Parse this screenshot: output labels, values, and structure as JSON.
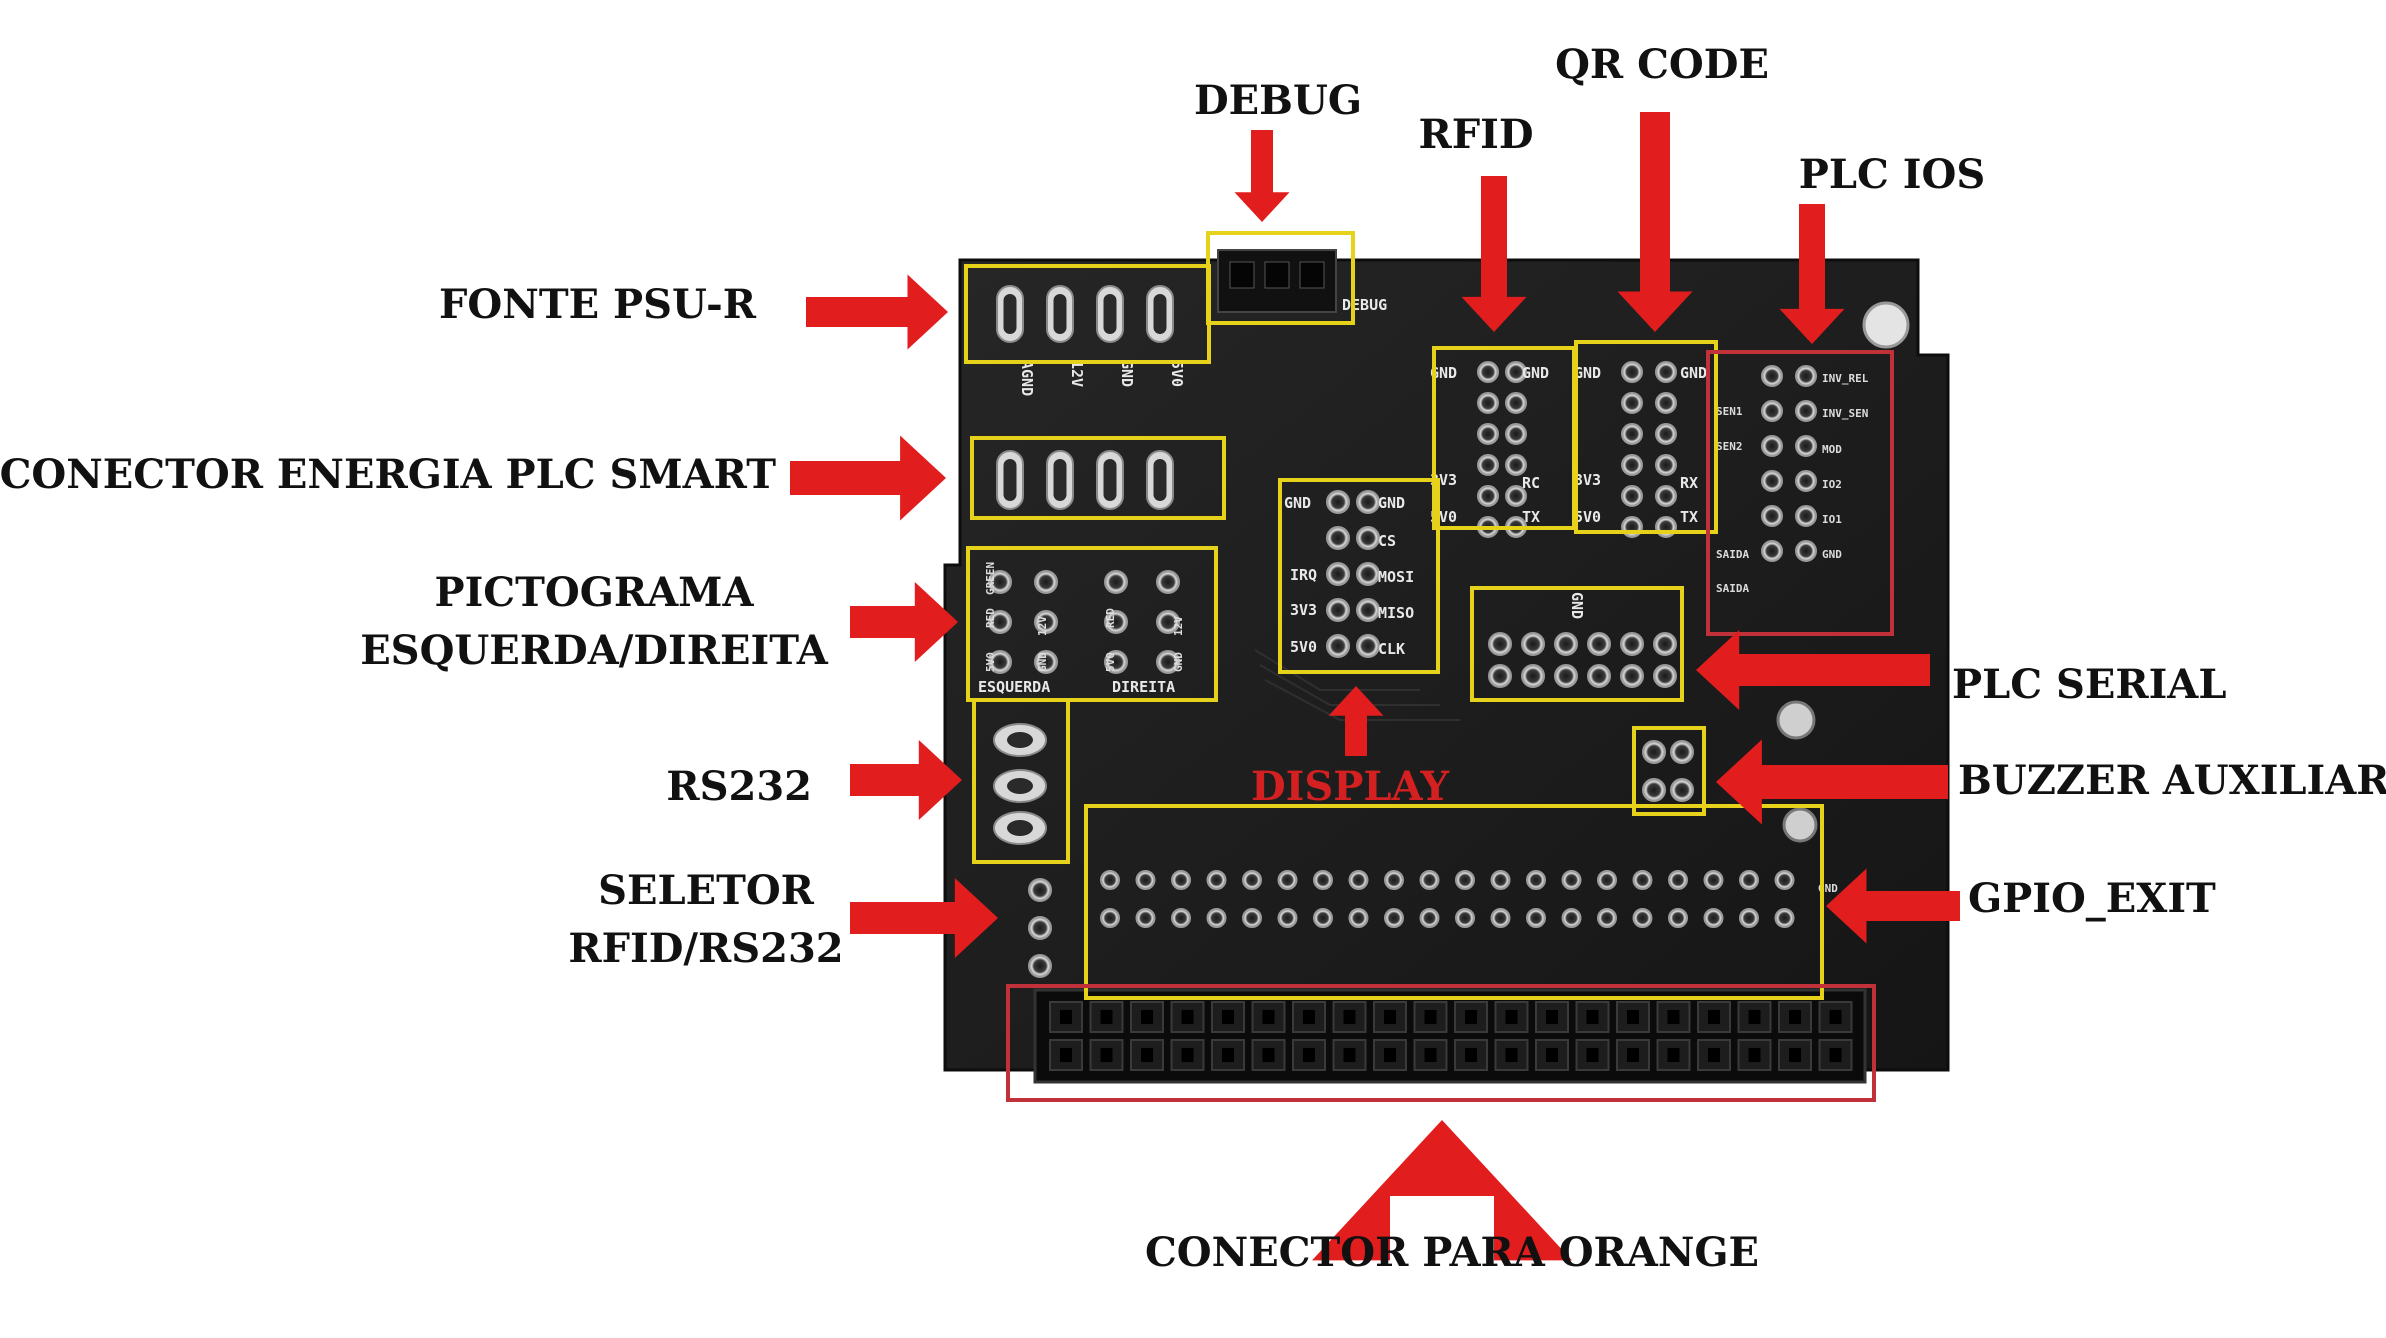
{
  "diagram": {
    "colors": {
      "arrow": "#e11d1d",
      "highlight_box": "#e6d21a",
      "highlight_box_red": "#c0313a",
      "board": "#1c1c1c",
      "label_text": "#111111",
      "display_label": "#d42020"
    },
    "callouts": {
      "debug": "DEBUG",
      "rfid": "RFID",
      "qr_code": "QR CODE",
      "plc_ios": "PLC IOS",
      "fonte_psu": "FONTE PSU-R",
      "conector_energia": "CONECTOR ENERGIA PLC SMART",
      "pictograma_line1": "PICTOGRAMA",
      "pictograma_line2": "ESQUERDA/DIREITA",
      "rs232": "RS232",
      "seletor_line1": "SELETOR",
      "seletor_line2": "RFID/RS232",
      "plc_serial": "PLC SERIAL",
      "buzzer": "BUZZER AUXILIAR",
      "gpio_exit": "GPIO_EXIT",
      "conector_orange": "CONECTOR PARA ORANGE",
      "display": "DISPLAY"
    },
    "silkscreen": {
      "debug": "DEBUG",
      "psu_pins": [
        "AGND",
        "12V",
        "GND",
        "5V0"
      ],
      "rfid_left": [
        "GND",
        "3V3",
        "5V0"
      ],
      "rfid_right": [
        "GND",
        "RC",
        "TX"
      ],
      "qr_left": [
        "GND",
        "3V3",
        "5V0"
      ],
      "qr_right": [
        "GND",
        "RX",
        "TX"
      ],
      "display_left": [
        "GND",
        "IRQ",
        "3V3",
        "5V0"
      ],
      "display_right": [
        "GND",
        "CS",
        "MOSI",
        "MISO",
        "CLK"
      ],
      "plc_ios_left": [
        "SEN1",
        "SEN2",
        "SAIDA",
        "SAIDA"
      ],
      "plc_ios_right": [
        "INV_REL",
        "INV_SEN",
        "MOD",
        "IO2",
        "IO1",
        "GND"
      ],
      "plc_serial": "GND",
      "pictograma_left": [
        "5V0",
        "RED",
        "GREEN",
        "GND",
        "12V"
      ],
      "esquerda": "ESQUERDA",
      "direita": "DIREITA",
      "gpio_gnd": "GND"
    }
  }
}
